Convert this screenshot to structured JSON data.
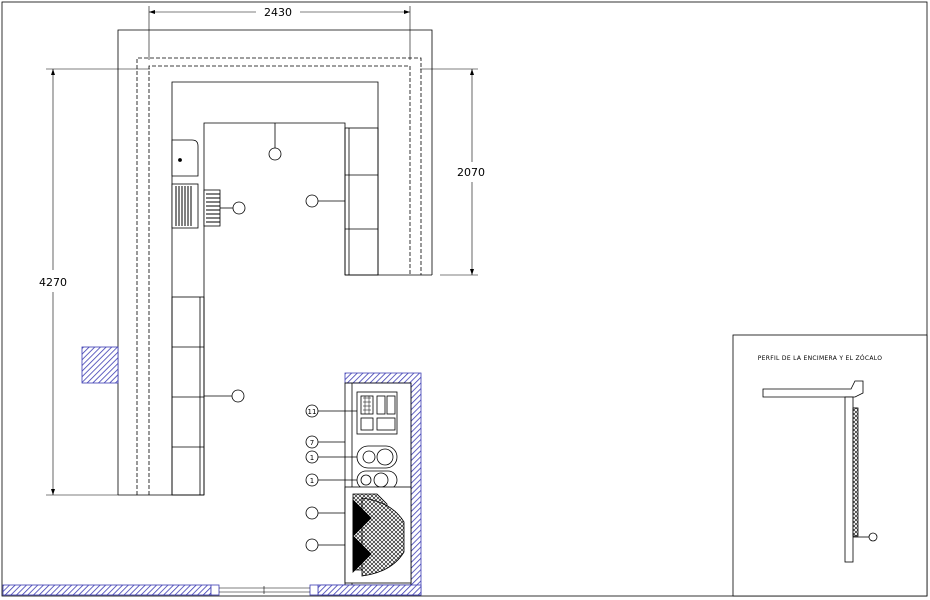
{
  "dimensions": {
    "top_width": "2430",
    "left_height": "4270",
    "right_height": "2070"
  },
  "detail_panel": {
    "title": "PERFIL DE LA ENCIMERA Y EL ZÓCALO"
  },
  "callouts": [
    "11",
    "7",
    "1",
    "1"
  ],
  "colors": {
    "line": "#000000",
    "wall_hatch": "#3b3bb3",
    "background": "#ffffff"
  }
}
